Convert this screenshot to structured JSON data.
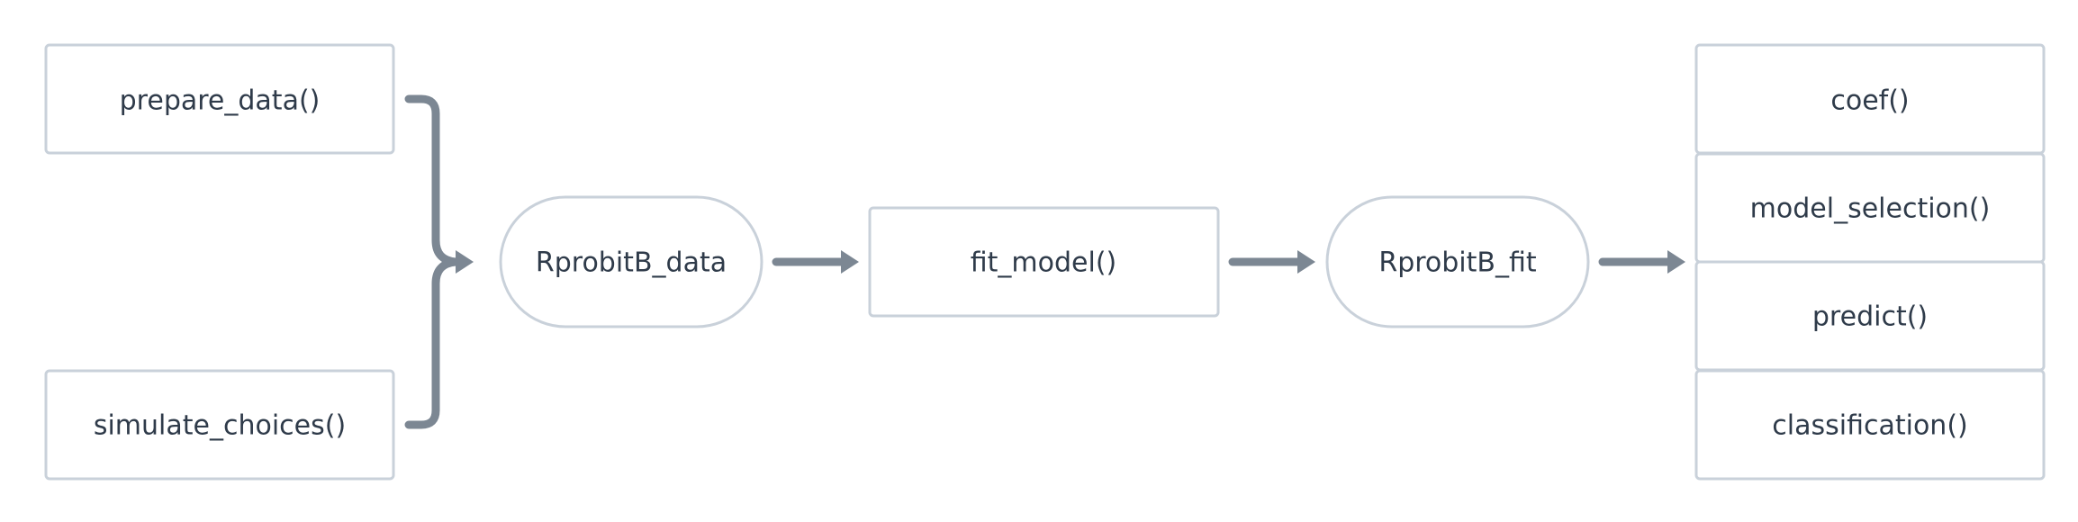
{
  "nodes": {
    "prepare_data": "prepare_data()",
    "simulate_choices": "simulate_choices()",
    "rprobitb_data": "RprobitB_data",
    "fit_model": "fit_model()",
    "rprobitb_fit": "RprobitB_fit",
    "coef": "coef()",
    "model_selection": "model_selection()",
    "predict": "predict()",
    "classification": "classification()"
  },
  "edges": [
    {
      "from": "prepare_data",
      "to": "rprobitb_data"
    },
    {
      "from": "simulate_choices",
      "to": "rprobitb_data"
    },
    {
      "from": "rprobitb_data",
      "to": "fit_model"
    },
    {
      "from": "fit_model",
      "to": "rprobitb_fit"
    },
    {
      "from": "rprobitb_fit",
      "to": "methods-stack"
    }
  ],
  "colors": {
    "node_border": "#c9d1da",
    "connector": "#7c8793",
    "text": "#2f3b4a",
    "background": "#ffffff"
  }
}
